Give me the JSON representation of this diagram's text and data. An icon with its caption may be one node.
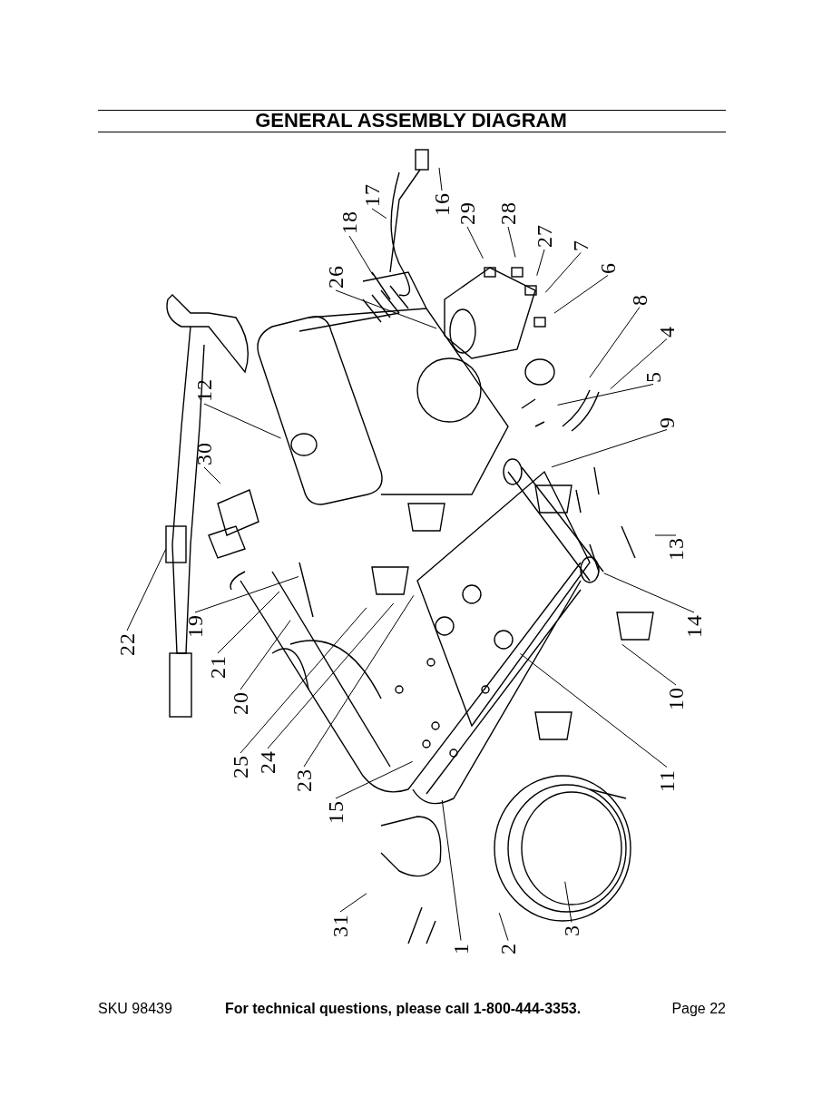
{
  "diagram": {
    "title": "GENERAL ASSEMBLY DIAGRAM",
    "nodes": [
      {
        "text": [
          "1"
        ]
      },
      {
        "text": [
          "2"
        ]
      },
      {
        "text": [
          "3"
        ]
      },
      {
        "text": [
          "4"
        ]
      },
      {
        "text": [
          "5"
        ]
      },
      {
        "text": [
          "6"
        ]
      },
      {
        "text": [
          "7"
        ]
      },
      {
        "text": [
          "8"
        ]
      },
      {
        "text": [
          "9"
        ]
      },
      {
        "text": [
          "10"
        ]
      },
      {
        "text": [
          "11"
        ]
      },
      {
        "text": [
          "12"
        ]
      },
      {
        "text": [
          "13"
        ]
      },
      {
        "text": [
          "14"
        ]
      },
      {
        "text": [
          "15"
        ]
      },
      {
        "text": [
          "16"
        ]
      },
      {
        "text": [
          "17"
        ]
      },
      {
        "text": [
          "18"
        ]
      },
      {
        "text": [
          "19"
        ]
      },
      {
        "text": [
          "20"
        ]
      },
      {
        "text": [
          "21"
        ]
      },
      {
        "text": [
          "22"
        ]
      },
      {
        "text": [
          "23"
        ]
      },
      {
        "text": [
          "24"
        ]
      },
      {
        "text": [
          "25"
        ]
      },
      {
        "text": [
          "26"
        ]
      },
      {
        "text": [
          "27"
        ]
      },
      {
        "text": [
          "28"
        ]
      },
      {
        "text": [
          "29"
        ]
      },
      {
        "text": [
          "30"
        ]
      },
      {
        "text": [
          "31"
        ]
      }
    ],
    "edges": [
      {
        "from": 0,
        "to": null,
        "arrow": "none"
      },
      {
        "from": 1,
        "to": null,
        "arrow": "none"
      },
      {
        "from": 2,
        "to": null,
        "arrow": "none"
      },
      {
        "from": 3,
        "to": null,
        "arrow": "none"
      },
      {
        "from": 4,
        "to": null,
        "arrow": "none"
      },
      {
        "from": 5,
        "to": null,
        "arrow": "none"
      },
      {
        "from": 6,
        "to": null,
        "arrow": "none"
      },
      {
        "from": 7,
        "to": null,
        "arrow": "none"
      },
      {
        "from": 8,
        "to": null,
        "arrow": "none"
      },
      {
        "from": 9,
        "to": null,
        "arrow": "none"
      },
      {
        "from": 10,
        "to": null,
        "arrow": "none"
      },
      {
        "from": 11,
        "to": null,
        "arrow": "none"
      },
      {
        "from": 12,
        "to": null,
        "arrow": "none"
      },
      {
        "from": 13,
        "to": null,
        "arrow": "none"
      },
      {
        "from": 14,
        "to": null,
        "arrow": "none"
      },
      {
        "from": 15,
        "to": null,
        "arrow": "none"
      },
      {
        "from": 16,
        "to": null,
        "arrow": "none"
      },
      {
        "from": 17,
        "to": null,
        "arrow": "none"
      },
      {
        "from": 18,
        "to": null,
        "arrow": "none"
      },
      {
        "from": 19,
        "to": null,
        "arrow": "none"
      },
      {
        "from": 20,
        "to": null,
        "arrow": "none"
      },
      {
        "from": 21,
        "to": null,
        "arrow": "none"
      },
      {
        "from": 22,
        "to": null,
        "arrow": "none"
      },
      {
        "from": 23,
        "to": null,
        "arrow": "none"
      },
      {
        "from": 24,
        "to": null,
        "arrow": "none"
      },
      {
        "from": 25,
        "to": null,
        "arrow": "none"
      },
      {
        "from": 26,
        "to": null,
        "arrow": "none"
      },
      {
        "from": 27,
        "to": null,
        "arrow": "none"
      },
      {
        "from": 28,
        "to": null,
        "arrow": "none"
      },
      {
        "from": 29,
        "to": null,
        "arrow": "none"
      },
      {
        "from": 30,
        "to": null,
        "arrow": "none"
      }
    ],
    "labels": [
      "SKU 98439",
      "For technical questions, please call 1-800-444-3353.",
      "Page 22"
    ]
  }
}
